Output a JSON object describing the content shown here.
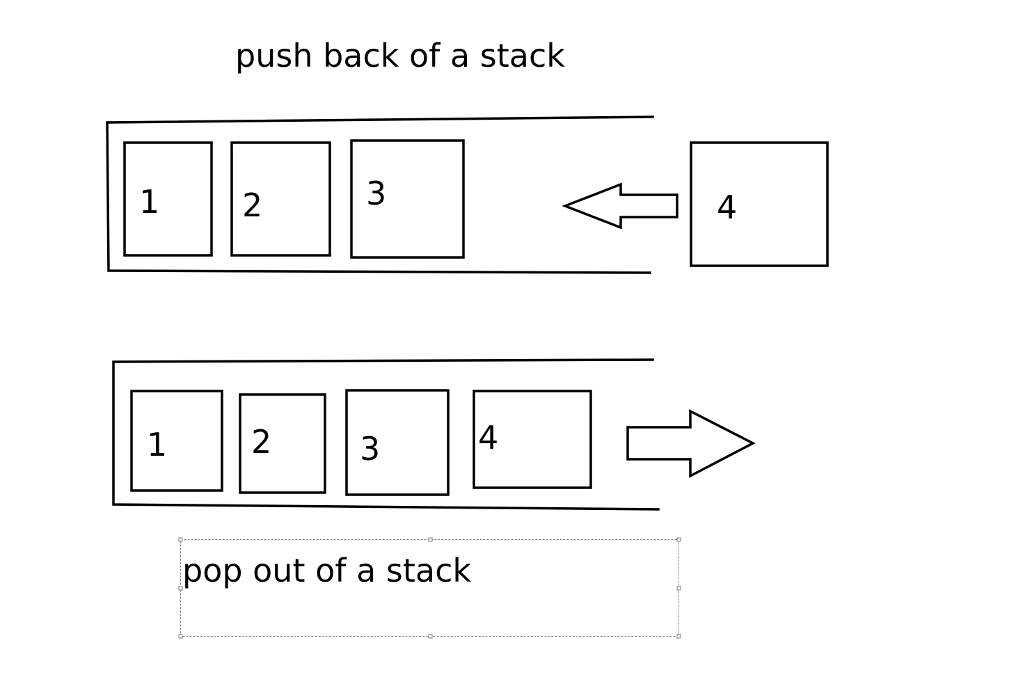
{
  "push_section": {
    "title": "push back of a stack",
    "items": [
      "1",
      "2",
      "3"
    ],
    "incoming_item": "4",
    "arrow_icon": "left-arrow-icon"
  },
  "pop_section": {
    "title": "pop out of a stack",
    "items": [
      "1",
      "2",
      "3",
      "4"
    ],
    "arrow_icon": "right-arrow-icon"
  },
  "colors": {
    "stroke": "#000000",
    "background": "#ffffff",
    "selection": "#7a7a7a"
  }
}
